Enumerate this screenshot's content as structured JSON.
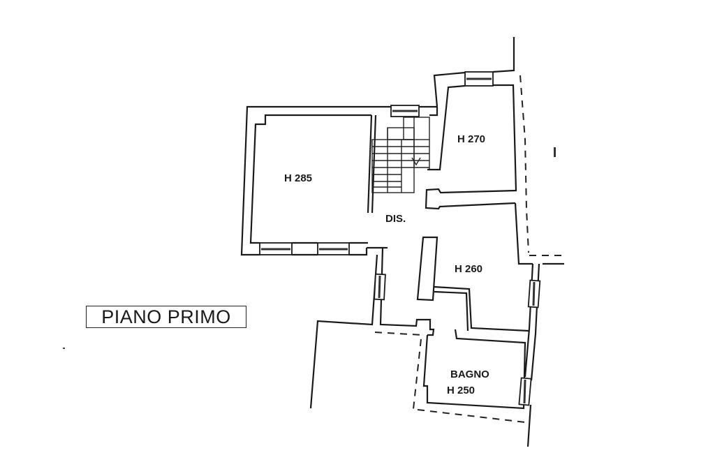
{
  "drawing": {
    "title": "PIANO PRIMO",
    "rooms": [
      {
        "id": "room-left",
        "label": "H 285"
      },
      {
        "id": "room-top-right",
        "label": "H 270"
      },
      {
        "id": "corridor",
        "label": "DIS."
      },
      {
        "id": "room-middle-right",
        "label": "H 260"
      },
      {
        "id": "bathroom",
        "label": "BAGNO",
        "height_label": "H 250"
      }
    ],
    "stroke_color": "#1a1a1a",
    "background_color": "#ffffff"
  }
}
